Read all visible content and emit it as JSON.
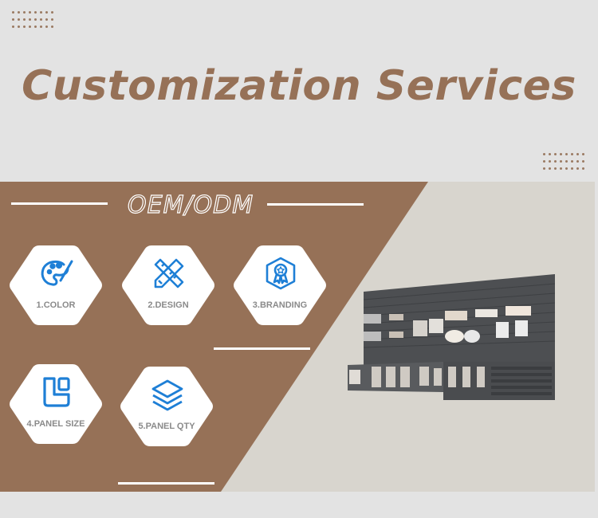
{
  "header": {
    "title": "Customization Services"
  },
  "banner": {
    "subtitle": "OEM/ODM"
  },
  "colors": {
    "brown": "#967157",
    "icon_blue": "#1e7fd6",
    "panel_bg": "#d8d5ce",
    "page_bg": "#e3e3e3"
  },
  "services": [
    {
      "label": "1.COLOR",
      "icon": "palette-icon"
    },
    {
      "label": "2.DESIGN",
      "icon": "ruler-pencil-icon"
    },
    {
      "label": "3.BRANDING",
      "icon": "badge-icon"
    },
    {
      "label": "4.PANEL SIZE",
      "icon": "panel-size-icon"
    },
    {
      "label": "5.PANEL QTY",
      "icon": "layers-icon"
    }
  ],
  "product": {
    "alt": "Slatwall tile display stand"
  }
}
